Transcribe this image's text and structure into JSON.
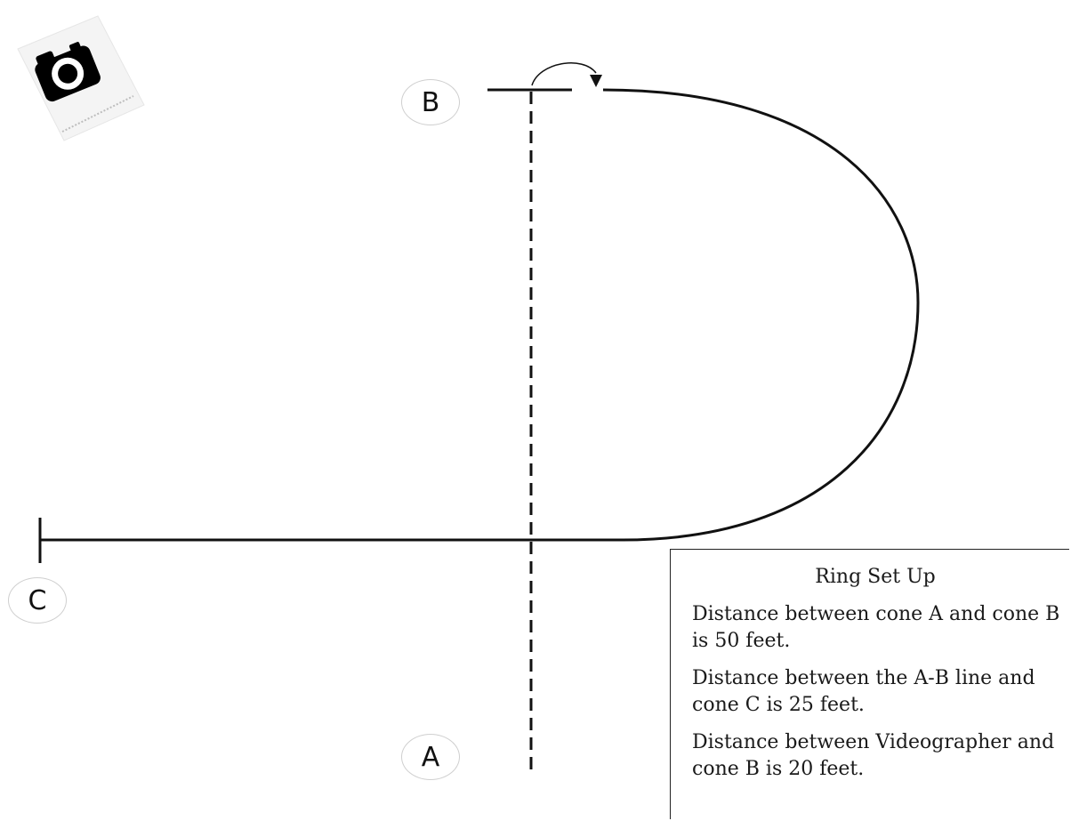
{
  "cones": {
    "a": "A",
    "b": "B",
    "c": "C"
  },
  "info": {
    "title": "Ring Set Up",
    "lines": [
      "Distance between cone A and cone B is 50 feet.",
      "Distance between the A-B line and cone C is 25 feet.",
      "Distance between Videographer and cone B is 20 feet."
    ]
  },
  "icons": {
    "camera": "camera-icon"
  },
  "colors": {
    "line": "#111111",
    "badge_bg": "#f4f4f4"
  }
}
